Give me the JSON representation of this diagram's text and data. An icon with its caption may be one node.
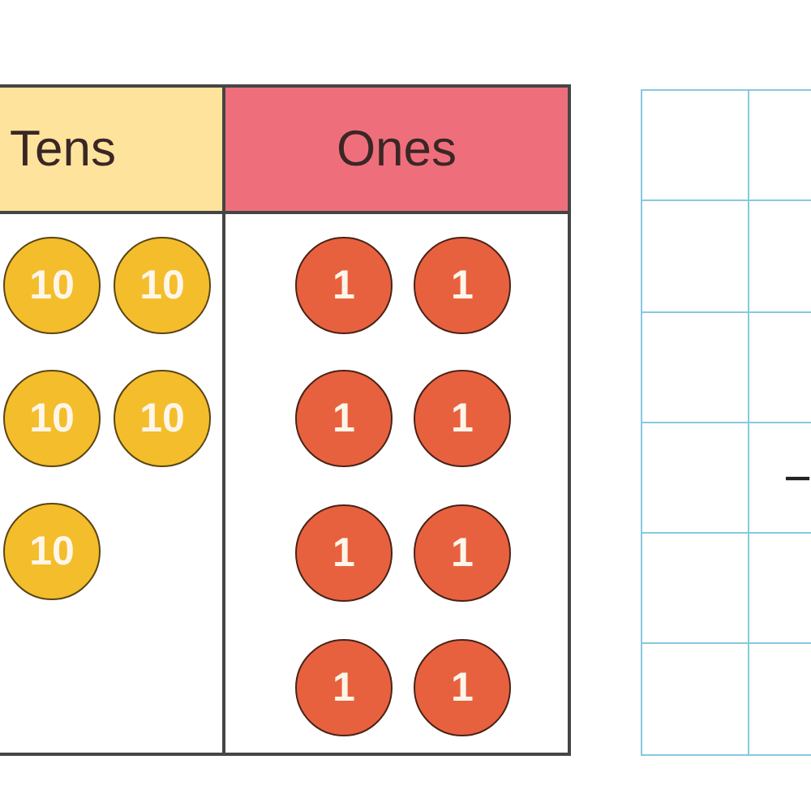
{
  "diagram": {
    "nodes": [
      {
        "text": [
          "Tens"
        ]
      },
      {
        "text": [
          "10"
        ],
        "in": 0
      },
      {
        "text": [
          "10"
        ],
        "in": 0
      },
      {
        "text": [
          "10"
        ],
        "in": 0
      },
      {
        "text": [
          "10"
        ],
        "in": 0
      },
      {
        "text": [
          "10"
        ],
        "in": 0
      },
      {
        "text": [
          "Ones"
        ]
      },
      {
        "text": [
          "1"
        ],
        "in": 6
      },
      {
        "text": [
          "1"
        ],
        "in": 6
      },
      {
        "text": [
          "1"
        ],
        "in": 6
      },
      {
        "text": [
          "1"
        ],
        "in": 6
      },
      {
        "text": [
          "1"
        ],
        "in": 6
      },
      {
        "text": [
          "1"
        ],
        "in": 6
      },
      {
        "text": [
          "1"
        ],
        "in": 6
      },
      {
        "text": [
          "1"
        ],
        "in": 6
      }
    ],
    "labels": [
      "−"
    ]
  }
}
